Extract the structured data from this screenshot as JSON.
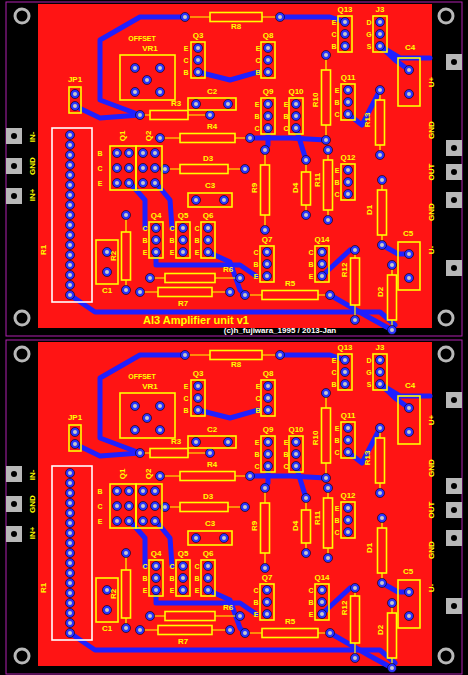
{
  "diagram": {
    "title": "Al3 Amplifier unit v1",
    "labels": [
      "OFFSET",
      "VR1",
      "JP1",
      "IN-",
      "GND",
      "IN+",
      "R1",
      "C1",
      "R2",
      "R3",
      "R4",
      "D3",
      "C3",
      "C2",
      "Q1",
      "Q2",
      "B",
      "C",
      "E",
      "Q3",
      "E",
      "C",
      "B",
      "R8",
      "Q8",
      "E",
      "C",
      "B",
      "Q13",
      "E",
      "C",
      "B",
      "J3",
      "D",
      "G",
      "S",
      "C4",
      "U+",
      "Q9",
      "E",
      "B",
      "C",
      "Q10",
      "E",
      "B",
      "C",
      "R10",
      "Q11",
      "E",
      "B",
      "C",
      "R13",
      "GND",
      "OUT",
      "GND",
      "R9",
      "D4",
      "R11",
      "Q12",
      "E",
      "B",
      "C",
      "D1",
      "Q4",
      "C",
      "B",
      "E",
      "Q5",
      "C",
      "B",
      "E",
      "Q6",
      "C",
      "B",
      "E",
      "R6",
      "R7",
      "R5",
      "Q7",
      "C",
      "B",
      "E",
      "Q14",
      "C",
      "B",
      "E",
      "R12",
      "D2",
      "C5",
      "U-",
      "OFFSET",
      "VR1",
      "JP1",
      "IN-",
      "GND",
      "IN+",
      "R1",
      "C1",
      "R2",
      "R3",
      "R4",
      "D3",
      "C3",
      "C2",
      "Q1",
      "Q2",
      "B",
      "C",
      "E",
      "Q3",
      "E",
      "C",
      "B",
      "R8",
      "Q8",
      "E",
      "C",
      "B",
      "Q13",
      "E",
      "C",
      "B",
      "J3",
      "D",
      "G",
      "S",
      "C4",
      "U+",
      "Q9",
      "E",
      "B",
      "C",
      "Q10",
      "E",
      "B",
      "C",
      "R10",
      "Q11",
      "E",
      "B",
      "C",
      "R13",
      "GND",
      "OUT",
      "GND",
      "R9",
      "D4",
      "R11",
      "Q12",
      "E",
      "B",
      "C",
      "D1",
      "Q4",
      "C",
      "B",
      "E",
      "Q5",
      "C",
      "B",
      "E",
      "Q6",
      "C",
      "B",
      "E",
      "R6",
      "R7",
      "R5",
      "Q7",
      "C",
      "B",
      "E",
      "Q14",
      "C",
      "B",
      "E",
      "R12",
      "D2",
      "C5",
      "U-",
      "(c)h_fujiwara_1995 / 2013-Jan"
    ]
  }
}
